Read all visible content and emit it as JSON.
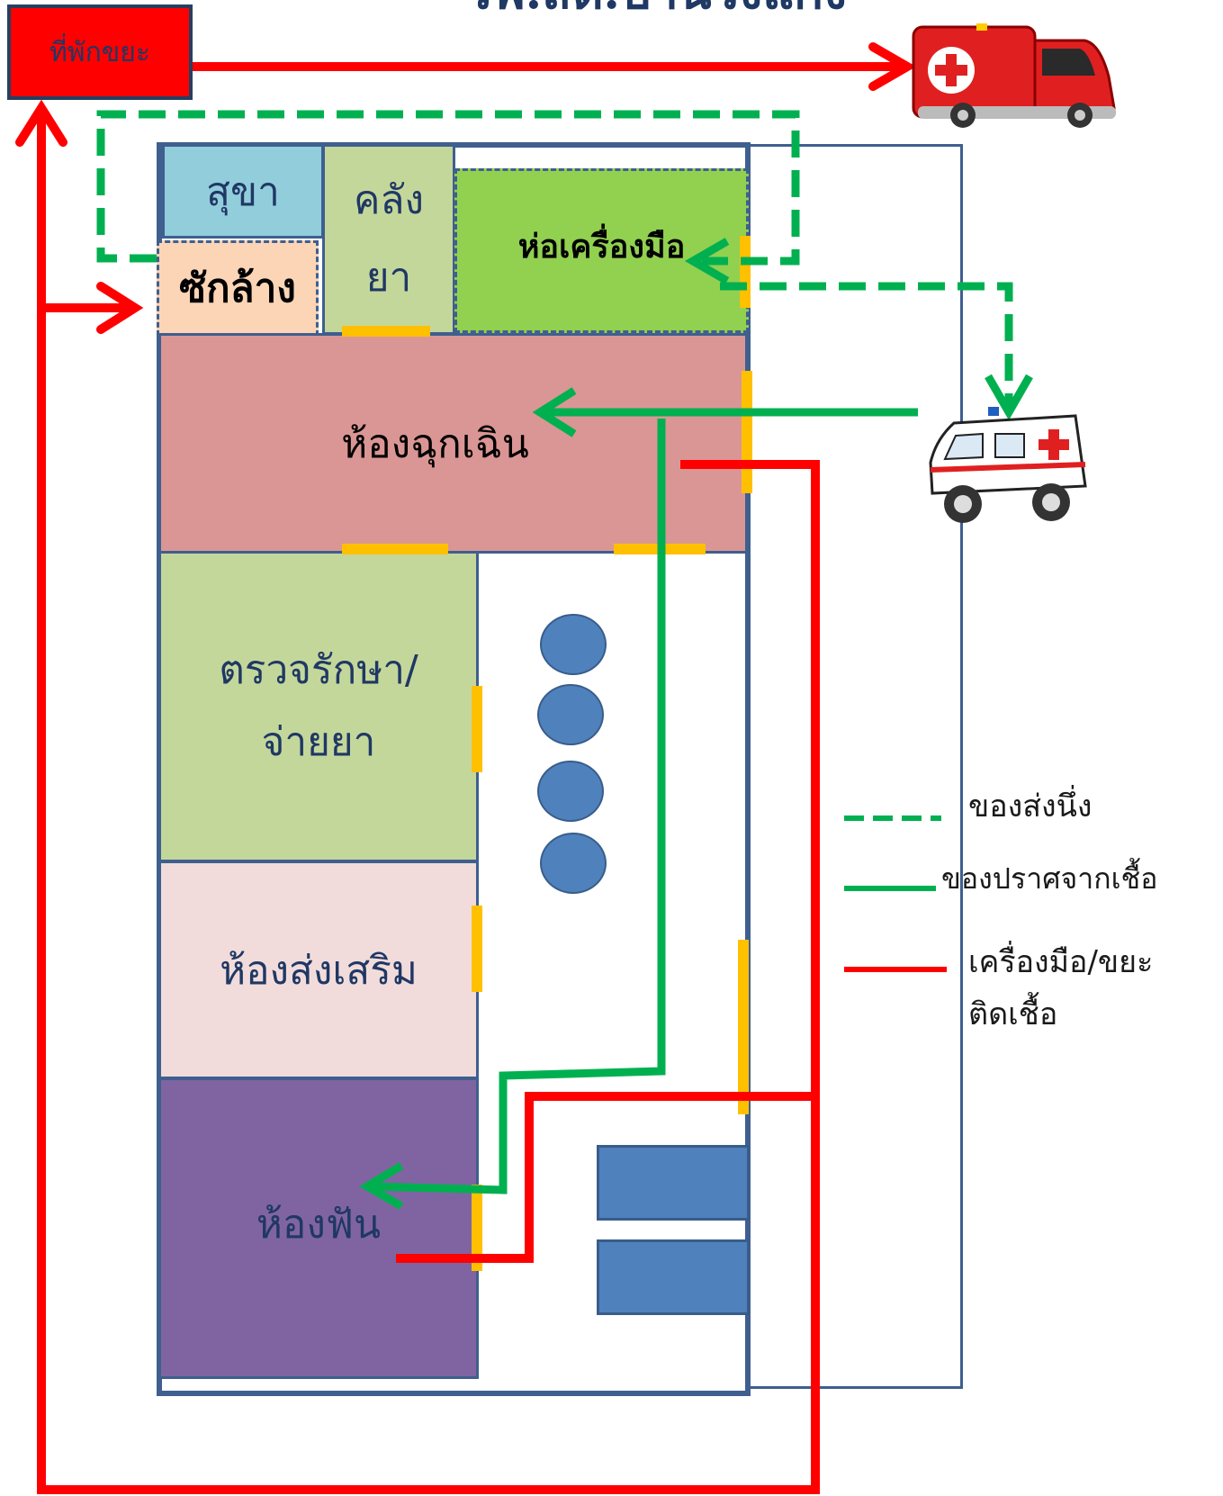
{
  "title": "รพ.สต.บ้านวังแก่ง",
  "rooms": {
    "waste_storage": "ที่พักขยะ",
    "toilet": "สุขา",
    "pharmacy_store": "คลัง\nยา",
    "instrument_wrap": "ห่อเครื่องมือ",
    "washing": "ซักล้าง",
    "emergency": "ห้องฉุกเฉิน",
    "exam_dispense": "ตรวจรักษา/\nจ่ายยา",
    "health_promotion": "ห้องส่งเสริม",
    "dental": "ห้องฟัน"
  },
  "legend": {
    "steamed": "ของส่งนึ่ง",
    "sterile": "ของปราศจากเชื้อ",
    "infected": "เครื่องมือ/ขยะ\nติดเชื้อ"
  },
  "colors": {
    "waste_box": "#ff0000",
    "toilet": "#92cddc",
    "pharmacy": "#c4d79b",
    "wrap": "#92d050",
    "washing": "#fbd5b5",
    "emergency": "#da9694",
    "exam": "#c4d79b",
    "promotion": "#f2dcdb",
    "dental": "#8064a2",
    "wall": "#3f5f8f",
    "door": "#ffc000",
    "seat": "#4f81bd",
    "steamed_line": "#00b050",
    "infected_line": "#ff0000"
  }
}
